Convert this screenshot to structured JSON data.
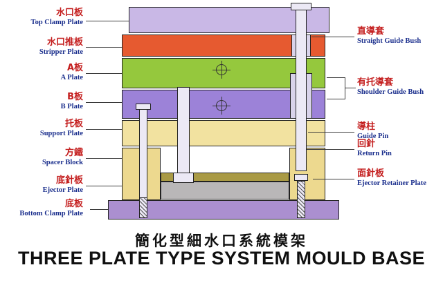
{
  "title": {
    "zh": "簡化型細水口系統模架",
    "en": "THREE PLATE TYPE SYSTEM MOULD BASE"
  },
  "left_labels": [
    {
      "zh": "水口板",
      "en": "Top Clamp Plate"
    },
    {
      "zh": "水口推板",
      "en": "Stripper Plate"
    },
    {
      "zh": "A板",
      "en": "A Plate"
    },
    {
      "zh": "B板",
      "en": "B Plate"
    },
    {
      "zh": "托板",
      "en": "Support Plate"
    },
    {
      "zh": "方鐵",
      "en": "Spacer Block"
    },
    {
      "zh": "底針板",
      "en": "Ejector Plate"
    },
    {
      "zh": "底板",
      "en": "Bottom Clamp Plate"
    }
  ],
  "right_labels": [
    {
      "zh": "直導套",
      "en": "Straight Guide Bush"
    },
    {
      "zh": "有托導套",
      "en": "Shoulder Guide Bush"
    },
    {
      "zh": "導柱",
      "en": "Guide Pin"
    },
    {
      "zh": "回針",
      "en": "Return Pin"
    },
    {
      "zh": "面針板",
      "en": "Ejector Retainer Plate"
    }
  ],
  "colors": {
    "top_clamp_plate": "#c9b8e6",
    "stripper_plate": "#e65a30",
    "a_plate": "#95c83d",
    "b_plate": "#9c82d8",
    "support_plate": "#f2e2a0",
    "spacer_block": "#edd98f",
    "ejector_retainer_plate": "#a99a45",
    "ejector_plate": "#b9b7b8",
    "bottom_clamp_plate": "#ab8fd0",
    "pin_fill": "#ece9f5",
    "label_zh": "#c41e1e",
    "label_en": "#1b2f8d",
    "leader_line": "#3a3a3a",
    "outline": "#222222"
  }
}
